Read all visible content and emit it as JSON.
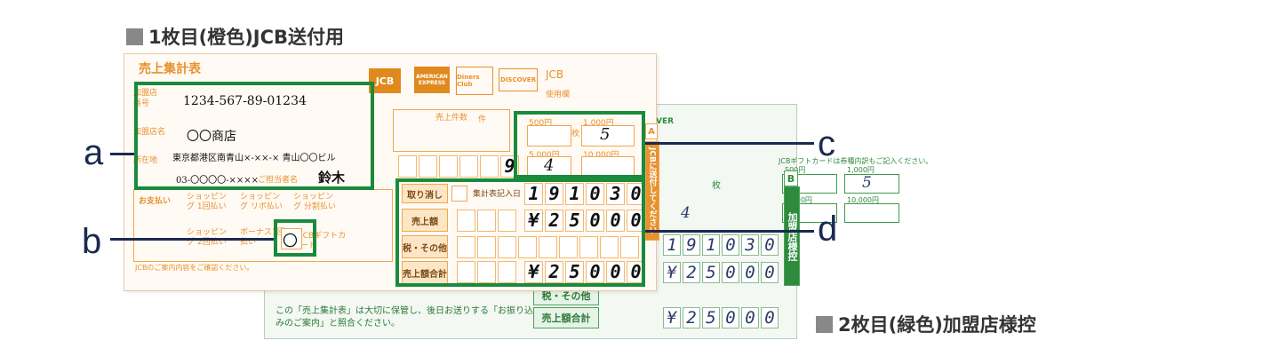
{
  "headings": {
    "sheet1": "1枚目(橙色)JCB送付用",
    "sheet2": "2枚目(緑色)加盟店様控"
  },
  "callouts": [
    "a",
    "b",
    "c",
    "d"
  ],
  "orange_slip": {
    "title": "売上集計表",
    "logos": [
      "JCB",
      "AMERICAN EXPRESS",
      "Diners Club",
      "DISCOVER"
    ],
    "jcb_usage_label": "JCB",
    "usage_col_label": "使用欄",
    "store_no_label": "加盟店番号",
    "store_no": "1234-567-89-01234",
    "store_name_label": "加盟店名",
    "store_name": "〇〇商店",
    "address_label": "所在地",
    "address": "東京都港区南青山×-××-× 青山〇〇ビル",
    "phone": "03-〇〇〇〇-××××",
    "contact_label": "ご担当者名",
    "contact_name": "鈴木",
    "slip_count_label": "売上件数",
    "slip_count_unit": "件",
    "col_500": "500円",
    "col_1000": "1,000円",
    "col_5000": "5,000円",
    "col_10000": "10,000円",
    "unit_sheets": "枚",
    "count_1000": "5",
    "count_5000": "4",
    "total_slips_digit": "9",
    "payment_label": "お支払い",
    "payment_opts": [
      "ショッピング 1回払い",
      "ショッピング リボ払い",
      "ショッピング 分割払い",
      "ショッピング 2回払い",
      "ボーナス1回払い",
      "JCBギフトカード"
    ],
    "gift_check": "〇",
    "vertical_tab": "JCBに送付してください",
    "tab_letter": "A",
    "cancel_label": "取り消し",
    "date_label": "集計表記入日",
    "date_digits": [
      "1",
      "9",
      "1",
      "0",
      "3",
      "0"
    ],
    "sales_label": "売上額",
    "tax_label": "税・その他",
    "total_label": "売上額合計",
    "amount_digits": [
      "¥",
      "2",
      "5",
      "0",
      "0",
      "0"
    ],
    "footer_note": "JCBのご案内内容をご確認ください。"
  },
  "green_slip": {
    "tab_letter": "B",
    "vertical_tab": "加盟店様控",
    "gift_note": "JCBギフトカードは券種内訳もご記入ください。",
    "col_500": "500円",
    "col_1000": "1,000円",
    "col_5000": "5,000円",
    "col_10000": "10,000円",
    "unit_sheets": "枚",
    "count_1000": "5",
    "count_5000": "4",
    "date_digits": [
      "1",
      "9",
      "1",
      "0",
      "3",
      "0"
    ],
    "amount_digits": [
      "¥",
      "2",
      "5",
      "0",
      "0",
      "0"
    ],
    "tax_label": "税・その他",
    "total_label": "売上額合計",
    "notice": "この「売上集計表」は大切に保管し、後日お送りする「お振り込みのご案内」と照合ください。",
    "discover_fragment": "VER"
  }
}
